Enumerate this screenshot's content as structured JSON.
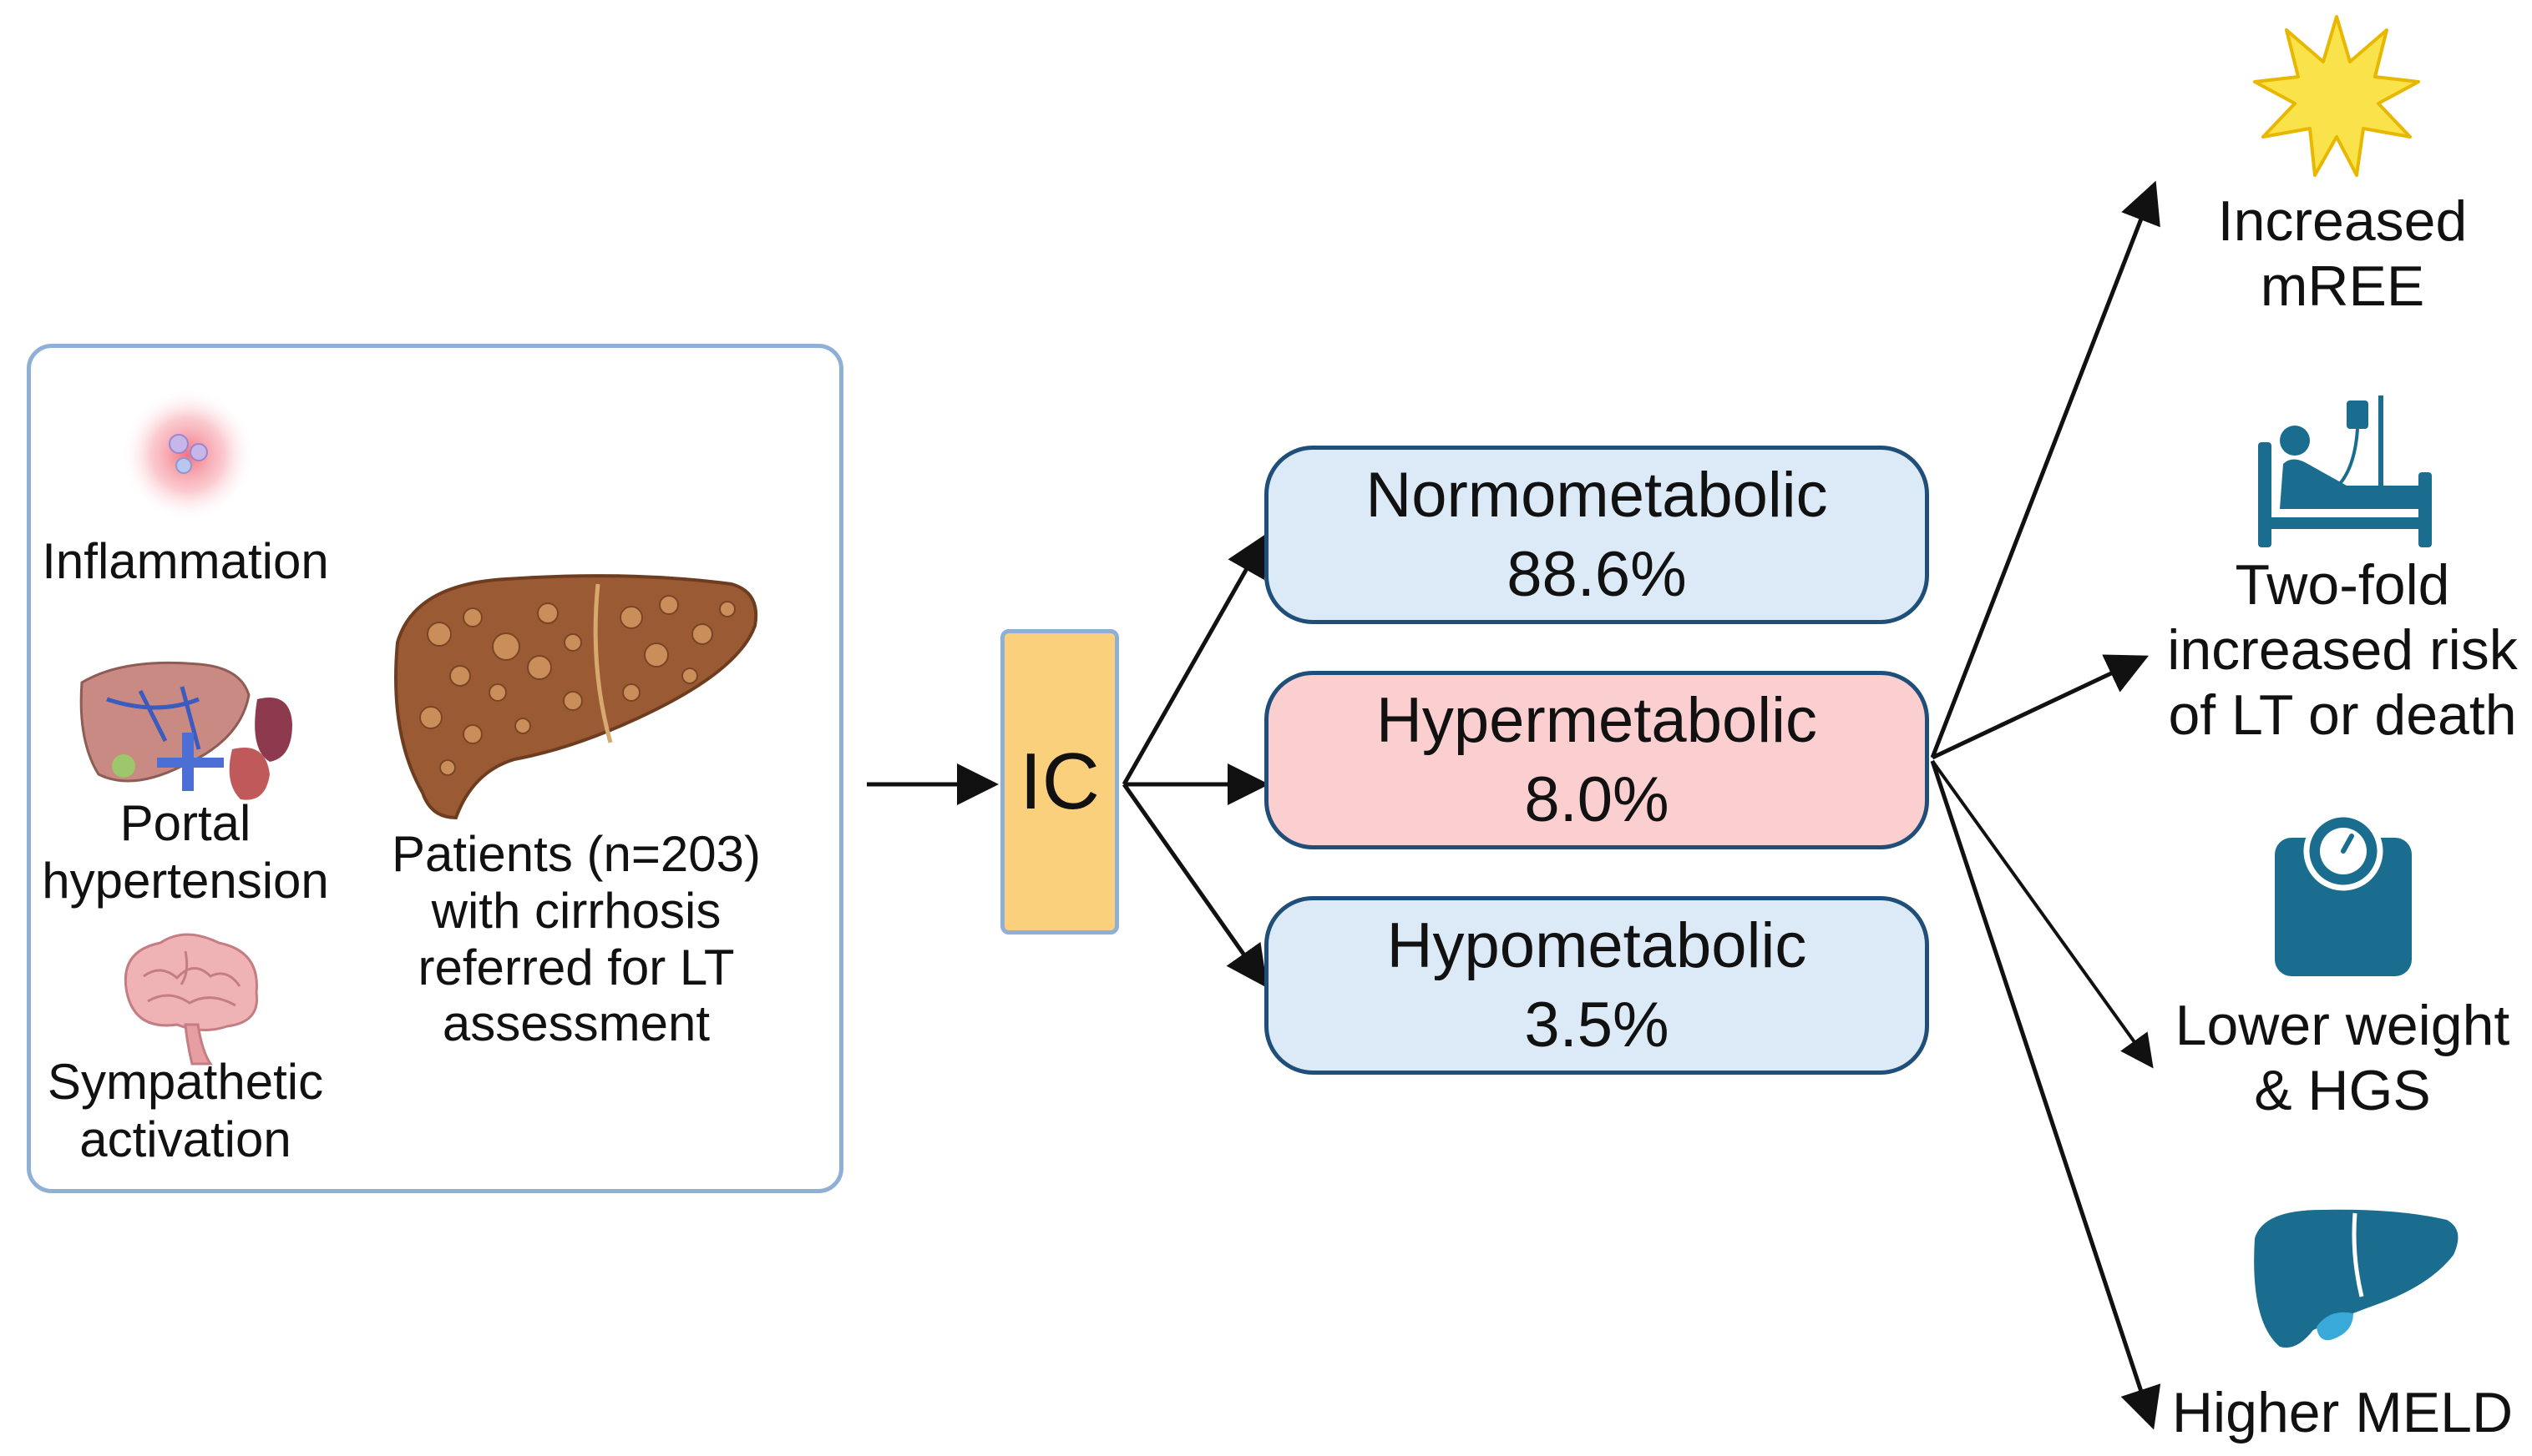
{
  "colors": {
    "group_border": "#8fb0d6",
    "ic_fill": "#fbd07c",
    "normo_fill": "#dbeaf6",
    "hyper_fill": "#fbcfd0",
    "hypo_fill": "#dbeaf6",
    "box_border": "#1f4e79",
    "arrow": "#111111",
    "liver_brown": "#9a5b34",
    "icon_blue": "#1a6d8f",
    "sun_yellow": "#f9e24a"
  },
  "left_panel": {
    "factors": [
      {
        "label": "Inflammation",
        "icon": "inflammation-cells-icon"
      },
      {
        "label_line1": "Portal",
        "label_line2": "hypertension",
        "icon": "liver-vasculature-icon"
      },
      {
        "label_line1": "Sympathetic",
        "label_line2": "activation",
        "icon": "brain-icon"
      }
    ],
    "patients": {
      "icon": "cirrhotic-liver-icon",
      "lines": [
        "Patients (n=203)",
        "with cirrhosis",
        "referred for LT",
        "assessment"
      ]
    }
  },
  "ic": {
    "label": "IC"
  },
  "categories": [
    {
      "name": "Normometabolic",
      "percent": "88.6%"
    },
    {
      "name": "Hypermetabolic",
      "percent": "8.0%"
    },
    {
      "name": "Hypometabolic",
      "percent": "3.5%"
    }
  ],
  "outcomes": [
    {
      "icon": "sun-burst-icon",
      "lines": [
        "Increased",
        "mREE"
      ]
    },
    {
      "icon": "hospital-bed-icon",
      "lines": [
        "Two-fold",
        "increased risk",
        "of LT or death"
      ]
    },
    {
      "icon": "weight-scale-icon",
      "lines": [
        "Lower weight",
        "& HGS"
      ]
    },
    {
      "icon": "liver-icon",
      "lines": [
        "Higher MELD"
      ]
    }
  ]
}
